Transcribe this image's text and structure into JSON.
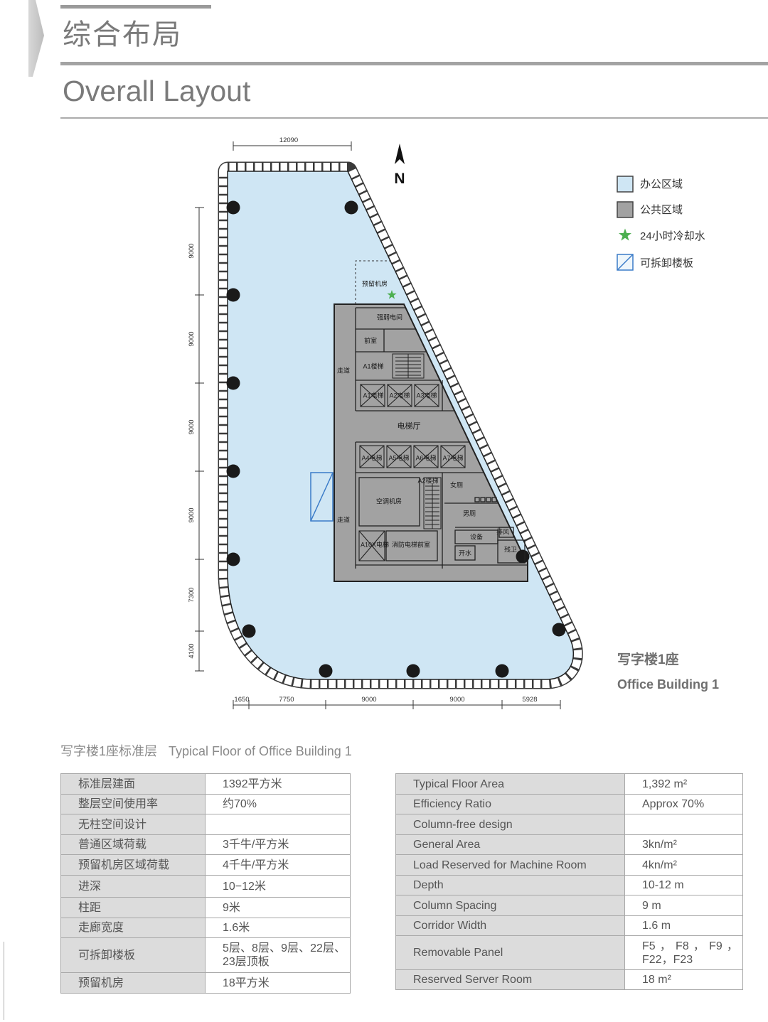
{
  "header": {
    "title_cn": "综合布局",
    "title_en": "Overall Layout"
  },
  "plan": {
    "north": "N",
    "dimensions": {
      "top": "12090",
      "left": [
        "9000",
        "9000",
        "9000",
        "9000",
        "7300",
        "4100"
      ],
      "bottom": [
        "1650",
        "7750",
        "9000",
        "9000",
        "5928"
      ]
    },
    "rooms": {
      "server_room": "预留机房",
      "electrical": "强弱电间",
      "anteroom": "前室",
      "corridor_top": "走道",
      "stair_a1": "A1楼梯",
      "elevators_row1": [
        "A1电梯",
        "A2电梯",
        "A3电梯"
      ],
      "lobby": "电梯厅",
      "elevators_row2": [
        "A4电梯",
        "A5电梯",
        "A6电梯",
        "A7电梯"
      ],
      "stair_a2": "A2楼梯",
      "female_wc": "女厕",
      "ac_room": "空调机房",
      "male_wc": "男厕",
      "corridor_bottom": "走道",
      "equipment": "设备",
      "exhaust": "排风",
      "elevator_a10": "A10X电梯",
      "fire_lobby": "消防电梯前室",
      "boiling_water": "开水",
      "accessible_wc": "残卫"
    },
    "building_label_cn": "写字楼1座",
    "building_label_en": "Office Building 1"
  },
  "legend": [
    {
      "label": "办公区域",
      "color": "#cfe6f4"
    },
    {
      "label": "公共区域",
      "color": "#a2a2a2"
    },
    {
      "label": "24小时冷却水",
      "color": "#4caf50",
      "icon": "star-icon"
    },
    {
      "label": "可拆卸楼板",
      "color": "#3a7bc8",
      "icon": "removable-panel-icon"
    }
  ],
  "caption": {
    "cn": "写字楼1座标准层",
    "en": "Typical Floor of Office Building 1"
  },
  "table_cn": {
    "rows": [
      {
        "label": "标准层建面",
        "value": "1392平方米"
      },
      {
        "label": "整层空间使用率",
        "value": "约70%"
      },
      {
        "label": "无柱空间设计",
        "value": ""
      },
      {
        "label": "普通区域荷载",
        "value": "3千牛/平方米"
      },
      {
        "label": "预留机房区域荷载",
        "value": "4千牛/平方米"
      },
      {
        "label": "进深",
        "value": "10−12米"
      },
      {
        "label": "柱距",
        "value": "9米"
      },
      {
        "label": "走廊宽度",
        "value": "1.6米"
      },
      {
        "label": "可拆卸楼板",
        "value": "5层、8层、9层、22层、23层顶板"
      },
      {
        "label": "预留机房",
        "value": "18平方米"
      }
    ]
  },
  "table_en": {
    "rows": [
      {
        "label": "Typical Floor Area",
        "value": "1,392 m²"
      },
      {
        "label": "Efficiency Ratio",
        "value": "Approx 70%"
      },
      {
        "label": "Column-free design",
        "value": ""
      },
      {
        "label": "General Area",
        "value": "3kn/m²"
      },
      {
        "label": "Load Reserved for Machine Room",
        "value": "4kn/m²"
      },
      {
        "label": "Depth",
        "value": "10-12 m"
      },
      {
        "label": "Column Spacing",
        "value": "9 m"
      },
      {
        "label": "Corridor Width",
        "value": "1.6 m"
      },
      {
        "label": "Removable Panel",
        "value": "F5，F8，F9，F22，F23"
      },
      {
        "label": "Reserved Server Room",
        "value": "18 m²"
      }
    ]
  }
}
